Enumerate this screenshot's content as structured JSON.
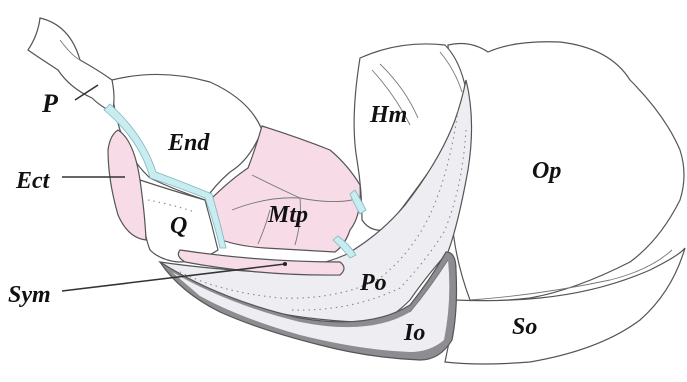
{
  "figure": {
    "labels": {
      "P": "P",
      "End": "End",
      "Ect": "Ect",
      "Hm": "Hm",
      "Op": "Op",
      "Q": "Q",
      "Mtp": "Mtp",
      "Sym": "Sym",
      "Po": "Po",
      "Io": "Io",
      "So": "So"
    },
    "colors": {
      "pink": "#f7dbe6",
      "light_gray": "#ededf2",
      "dark_gray": "#8f8c91",
      "cyan": "#c8ecf0",
      "outline": "#555555"
    }
  }
}
